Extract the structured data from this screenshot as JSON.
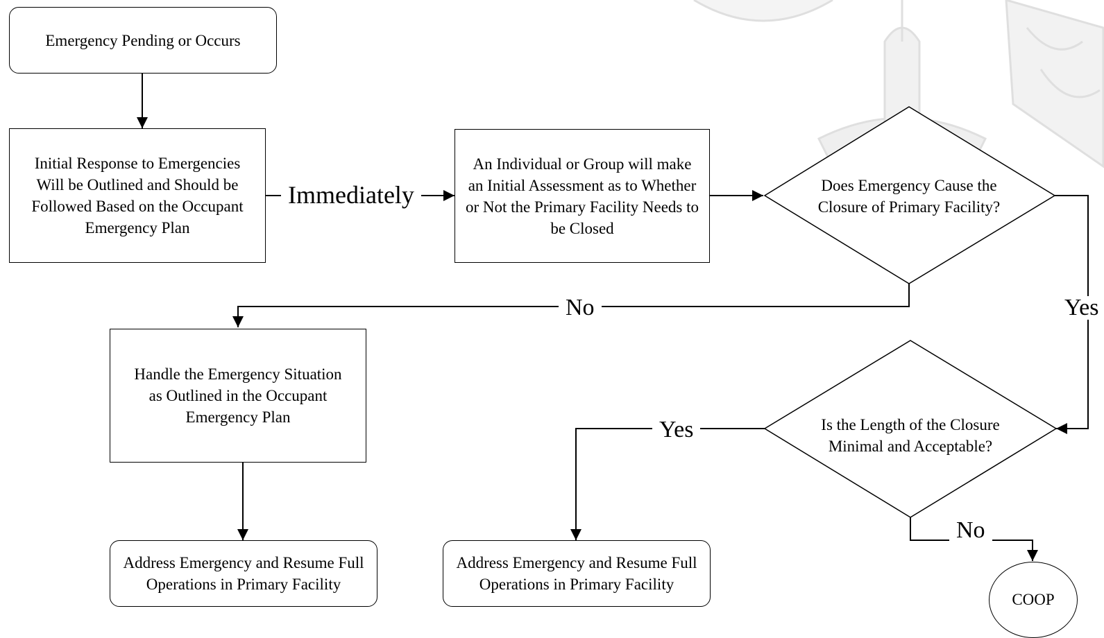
{
  "nodes": {
    "start": "Emergency Pending or Occurs",
    "initial_response": "Initial Response to Emergencies Will be Outlined and Should be Followed Based on the Occupant Emergency Plan",
    "assessment": "An Individual or Group will make an Initial Assessment as to Whether or Not the Primary Facility Needs to be Closed",
    "decision_closure": "Does Emergency Cause the Closure of Primary Facility?",
    "handle": "Handle the Emergency Situation as Outlined in the Occupant Emergency Plan",
    "decision_length": "Is the Length of the Closure Minimal and Acceptable?",
    "resume_left": "Address Emergency and Resume Full Operations in Primary Facility",
    "resume_right": "Address Emergency and Resume Full Operations in Primary Facility",
    "coop": "COOP"
  },
  "edges": {
    "immediately": "Immediately",
    "no_closure": "No",
    "yes_closure": "Yes",
    "yes_length": "Yes",
    "no_length": "No"
  }
}
